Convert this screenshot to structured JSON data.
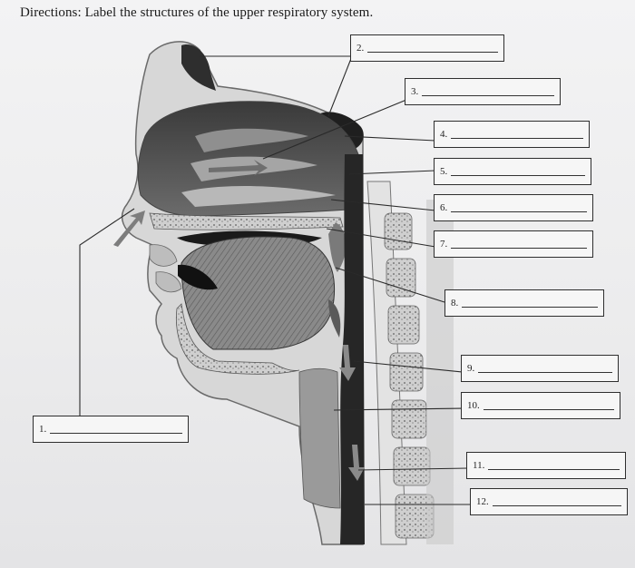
{
  "directions": "Directions: Label the structures of the upper respiratory system.",
  "labels": [
    {
      "number": "1."
    },
    {
      "number": "2."
    },
    {
      "number": "3."
    },
    {
      "number": "4."
    },
    {
      "number": "5."
    },
    {
      "number": "6."
    },
    {
      "number": "7."
    },
    {
      "number": "8."
    },
    {
      "number": "9."
    },
    {
      "number": "10."
    },
    {
      "number": "11."
    },
    {
      "number": "12."
    }
  ]
}
